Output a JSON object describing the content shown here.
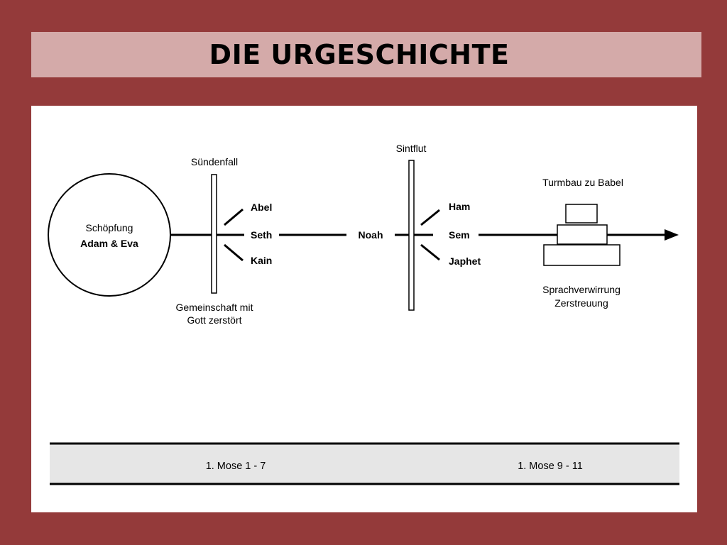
{
  "title": "DIE URGESCHICHTE",
  "diagram": {
    "creation_label": "Schöpfung",
    "creation_persons": "Adam & Eva",
    "fall_label": "Sündenfall",
    "fall_caption_line1": "Gemeinschaft mit",
    "fall_caption_line2": "Gott zerstört",
    "sons_adam": [
      "Abel",
      "Seth",
      "Kain"
    ],
    "noah": "Noah",
    "flood_label": "Sintflut",
    "sons_noah": [
      "Ham",
      "Sem",
      "Japhet"
    ],
    "babel_label": "Turmbau zu Babel",
    "babel_caption_line1": "Sprachverwirrung",
    "babel_caption_line2": "Zerstreuung"
  },
  "references": {
    "left": "1. Mose 1 - 7",
    "right": "1. Mose 9 - 11"
  }
}
